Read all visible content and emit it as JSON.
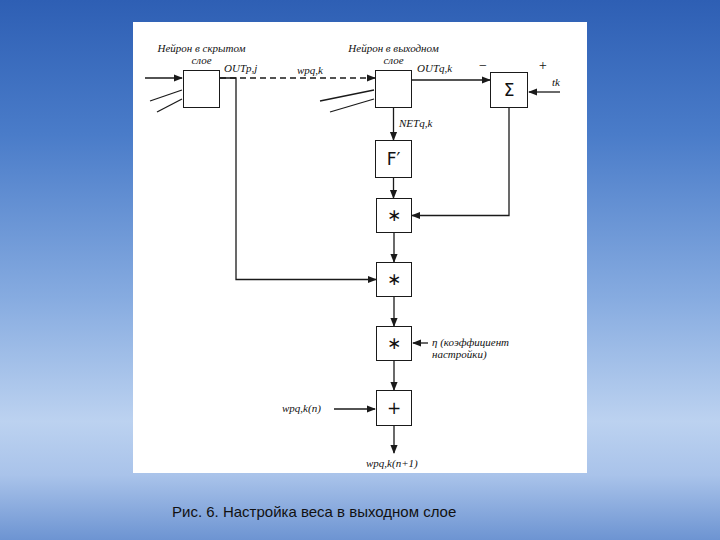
{
  "diagram": {
    "caption": "Рис. 6. Настройка веса в выходном слое",
    "nodes": [
      {
        "text": [
          "Нейрон в скрытом слое"
        ]
      },
      {
        "text": [
          "Нейрон в выходном слое"
        ]
      },
      {
        "text": [
          "Σ"
        ]
      },
      {
        "text": [
          "F′"
        ]
      },
      {
        "text": [
          "∗"
        ]
      },
      {
        "text": [
          "∗"
        ]
      },
      {
        "text": [
          "∗"
        ]
      },
      {
        "text": [
          "+"
        ]
      }
    ],
    "edges": [
      {
        "from": 0,
        "to": 1,
        "arrow": "to",
        "label": "wpq,k"
      },
      {
        "from": 1,
        "to": 2,
        "arrow": "to",
        "label": "OUTq,k"
      },
      {
        "from": 1,
        "to": 3,
        "arrow": "to",
        "label": "NETq,k"
      },
      {
        "from": 3,
        "to": 4,
        "arrow": "to"
      },
      {
        "from": 2,
        "to": 4,
        "arrow": "to"
      },
      {
        "from": 4,
        "to": 5,
        "arrow": "to"
      },
      {
        "from": 0,
        "to": 5,
        "arrow": "to"
      },
      {
        "from": 5,
        "to": 6,
        "arrow": "to"
      },
      {
        "from": 6,
        "to": 7,
        "arrow": "to"
      }
    ],
    "labels": [
      "OUTp,j",
      "−",
      "+",
      "tk",
      "η (коэффициент настройки)",
      "wpq,k(n)",
      "wpq,k(n+1)"
    ]
  }
}
